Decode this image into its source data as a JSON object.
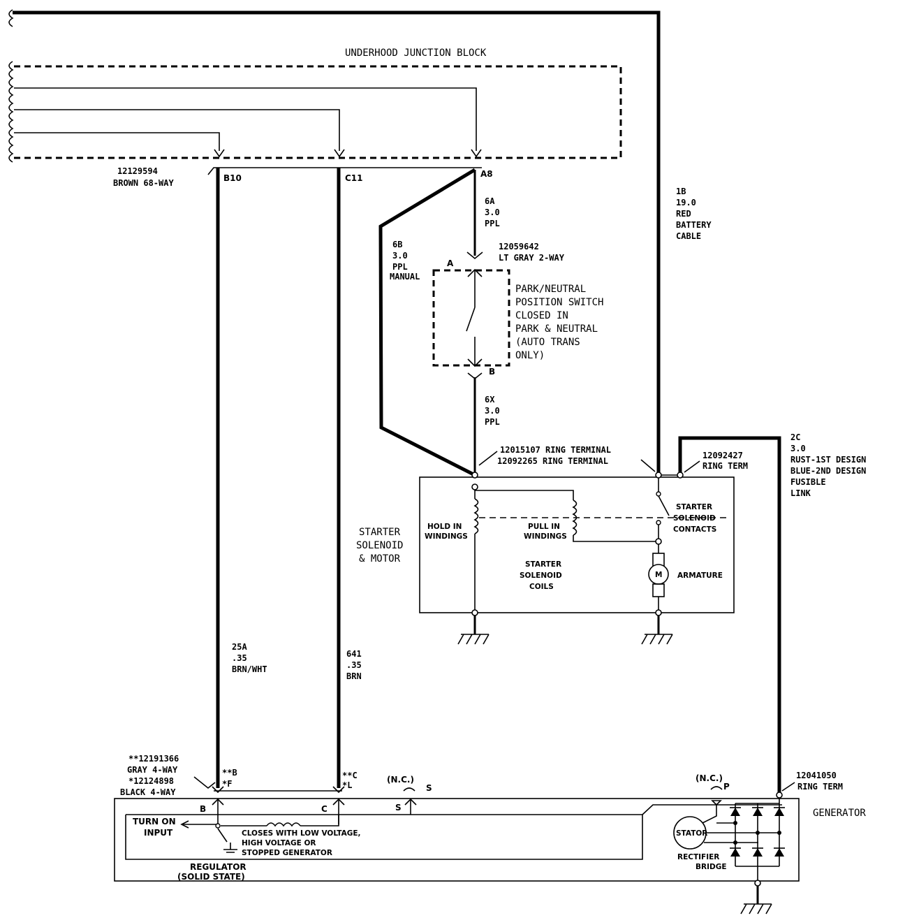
{
  "junction_block": {
    "title": "UNDERHOOD JUNCTION BLOCK"
  },
  "connector_jb": {
    "part": "12129594",
    "desc": "BROWN 68-WAY"
  },
  "pins": {
    "b10": "B10",
    "c11": "C11",
    "a8": "A8"
  },
  "wire_6a": {
    "circuit": "6A",
    "gauge": "3.0",
    "color": "PPL"
  },
  "wire_6b": {
    "circuit": "6B",
    "gauge": "3.0",
    "color": "PPL",
    "note": "MANUAL"
  },
  "wire_6x": {
    "circuit": "6X",
    "gauge": "3.0",
    "color": "PPL"
  },
  "switch_connector": {
    "part": "12059642",
    "desc": "LT GRAY 2-WAY",
    "pin_a": "A",
    "pin_b": "B"
  },
  "park_neutral_switch": {
    "lines": [
      "PARK/NEUTRAL",
      "POSITION SWITCH",
      "CLOSED IN",
      "PARK & NEUTRAL",
      "(AUTO TRANS",
      "ONLY)"
    ]
  },
  "battery_cable": {
    "lines": [
      "1B",
      "19.0",
      "RED",
      "BATTERY",
      "CABLE"
    ]
  },
  "ring_terminals": {
    "line1": "12015107 RING TERMINAL",
    "line2": "12092265 RING TERMINAL"
  },
  "ring_term_2": {
    "part": "12092427",
    "desc": "RING   TERM"
  },
  "fusible_link": {
    "lines": [
      "2C",
      "3.0",
      "RUST-1ST DESIGN",
      "BLUE-2ND DESIGN",
      "FUSIBLE",
      "LINK"
    ]
  },
  "starter_solenoid_motor": {
    "lines": [
      "STARTER",
      "SOLENOID",
      "& MOTOR"
    ]
  },
  "hold_in": {
    "lines": [
      "HOLD IN",
      "WINDINGS"
    ]
  },
  "pull_in": {
    "lines": [
      "PULL IN",
      "WINDINGS"
    ]
  },
  "solenoid_contacts": {
    "lines": [
      "STARTER",
      "SOLENOID",
      "CONTACTS"
    ]
  },
  "solenoid_coils": {
    "lines": [
      "STARTER",
      "SOLENOID",
      "COILS"
    ]
  },
  "motor_symbol": "M",
  "armature": "ARMATURE",
  "wire_25a": {
    "circuit": "25A",
    "gauge": ".35",
    "color": "BRN/WHT"
  },
  "wire_641": {
    "circuit": "641",
    "gauge": ".35",
    "color": "BRN"
  },
  "gen_connector": {
    "line1": "**12191366",
    "line2": "GRAY 4-WAY",
    "line3": "*12124898",
    "line4": "BLACK 4-WAY"
  },
  "gen_pins": {
    "b_top": "**B",
    "f": "*F",
    "c_top": "**C",
    "l": "*L",
    "nc_s": "(N.C.)",
    "s": "S",
    "nc_p": "(N.C.)",
    "p": "P"
  },
  "ring_term_3": {
    "part": "12041050",
    "desc": "RING TERM"
  },
  "generator": {
    "title": "GENERATOR",
    "pin_b": "B",
    "pin_c": "C",
    "pin_s": "S",
    "turn_on": [
      "TURN ON",
      "INPUT"
    ],
    "closes": [
      "CLOSES WITH LOW VOLTAGE,",
      "HIGH VOLTAGE OR",
      "STOPPED GENERATOR"
    ],
    "regulator": [
      "REGULATOR",
      "(SOLID STATE)"
    ],
    "stator": "STATOR",
    "rectifier": [
      "RECTIFIER",
      "BRIDGE"
    ]
  }
}
